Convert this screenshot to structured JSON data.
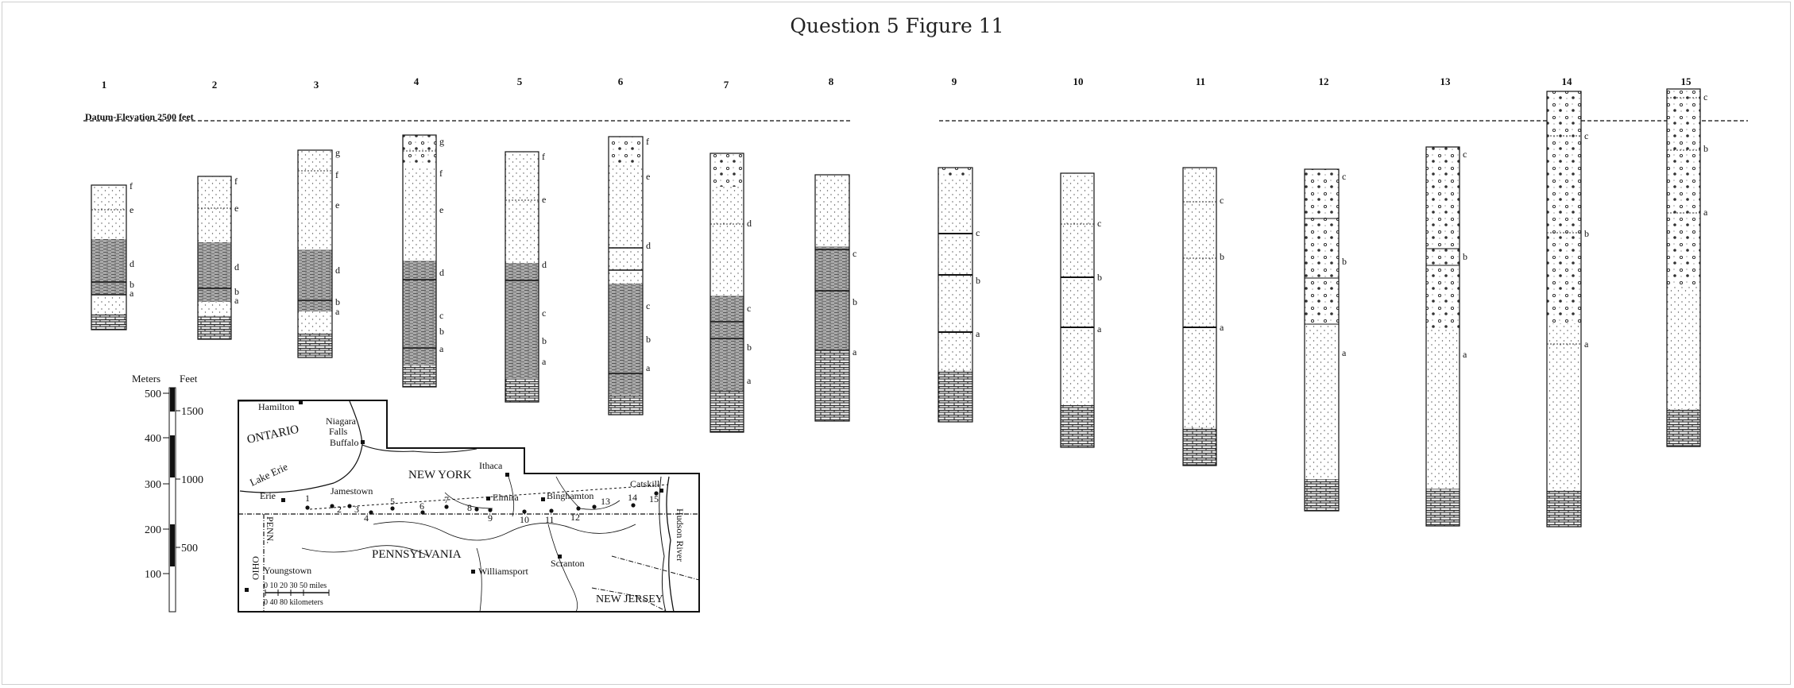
{
  "title": "Question 5 Figure 11",
  "datum_label": "Datum-Elevation 2500 feet",
  "scale": {
    "meters_label": "Meters",
    "feet_label": "Feet",
    "meters_ticks": [
      "500",
      "400",
      "300",
      "200",
      "100"
    ],
    "feet_ticks": [
      "1500",
      "1000",
      "500"
    ]
  },
  "columns": [
    {
      "num": "1",
      "letters": [
        "f",
        "e",
        "d",
        "b",
        "a"
      ]
    },
    {
      "num": "2",
      "letters": [
        "f",
        "e",
        "d",
        "b",
        "a"
      ]
    },
    {
      "num": "3",
      "letters": [
        "g",
        "f",
        "e",
        "d",
        "b",
        "a"
      ]
    },
    {
      "num": "4",
      "letters": [
        "g",
        "f",
        "e",
        "d",
        "c",
        "b",
        "a"
      ]
    },
    {
      "num": "5",
      "letters": [
        "f",
        "e",
        "d",
        "c",
        "b",
        "a"
      ]
    },
    {
      "num": "6",
      "letters": [
        "f",
        "e",
        "d",
        "c",
        "b",
        "a"
      ]
    },
    {
      "num": "7",
      "letters": [
        "d",
        "c",
        "b",
        "a"
      ]
    },
    {
      "num": "8",
      "letters": [
        "c",
        "b",
        "a"
      ]
    },
    {
      "num": "9",
      "letters": [
        "c",
        "b",
        "a"
      ]
    },
    {
      "num": "10",
      "letters": [
        "c",
        "b",
        "a"
      ]
    },
    {
      "num": "11",
      "letters": [
        "c",
        "b",
        "a"
      ]
    },
    {
      "num": "12",
      "letters": [
        "c",
        "b",
        "a"
      ]
    },
    {
      "num": "13",
      "letters": [
        "c",
        "b",
        "a"
      ]
    },
    {
      "num": "14",
      "letters": [
        "c",
        "b",
        "a"
      ]
    },
    {
      "num": "15",
      "letters": [
        "c",
        "b",
        "a"
      ]
    }
  ],
  "map": {
    "regions": [
      "ONTARIO",
      "NEW YORK",
      "PENNSYLVANIA",
      "NEW JERSEY",
      "OHIO",
      "PENN.",
      "Lake Erie",
      "Hudson River"
    ],
    "cities": [
      "Hamilton",
      "Niagara",
      "Falls",
      "Buffalo",
      "Erie",
      "Jamestown",
      "Ithaca",
      "Elmira",
      "Binghamton",
      "Catskill",
      "Youngstown",
      "Williamsport",
      "Scranton"
    ],
    "site_numbers": [
      "1",
      "2",
      "3",
      "4",
      "5",
      "6",
      "7",
      "8",
      "9",
      "10",
      "11",
      "12",
      "13",
      "14",
      "15"
    ],
    "scale_miles": "0  10  20  30  50 miles",
    "scale_km": "0      40      80 kilometers"
  }
}
